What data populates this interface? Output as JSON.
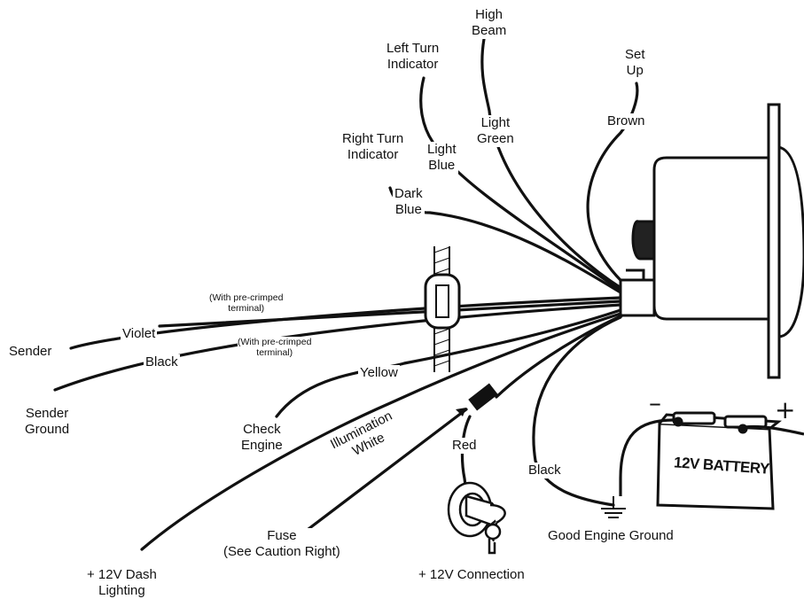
{
  "wires": {
    "high_beam": {
      "line1": "High",
      "line2": "Beam"
    },
    "left_turn": {
      "line1": "Left Turn",
      "line2": "Indicator"
    },
    "set_up": {
      "line1": "Set",
      "line2": "Up"
    },
    "right_turn": {
      "line1": "Right Turn",
      "line2": "Indicator"
    },
    "light_blue": {
      "line1": "Light",
      "line2": "Blue"
    },
    "light_green": {
      "line1": "Light",
      "line2": "Green"
    },
    "brown": "Brown",
    "dark_blue": {
      "line1": "Dark",
      "line2": "Blue"
    },
    "pre_crimped_1": {
      "line1": "(With pre-crimped",
      "line2": "terminal)"
    },
    "pre_crimped_2": {
      "line1": "(With pre-crimped",
      "line2": "terminal)"
    },
    "sender": "Sender",
    "violet": "Violet",
    "black_sender": "Black",
    "sender_ground": {
      "line1": "Sender",
      "line2": "Ground"
    },
    "yellow": "Yellow",
    "check_engine": {
      "line1": "Check",
      "line2": "Engine"
    },
    "illumination": {
      "line1": "Illumination",
      "line2": "White"
    },
    "red": "Red",
    "black_ground": "Black",
    "fuse": {
      "line1": "Fuse",
      "line2": "(See Caution Right)"
    },
    "dash_lighting": {
      "line1": "+ 12V Dash",
      "line2": "Lighting"
    },
    "connection": "+ 12V Connection",
    "good_ground": "Good Engine Ground"
  },
  "battery": {
    "label": "12V BATTERY",
    "minus": "–",
    "plus": "+"
  }
}
